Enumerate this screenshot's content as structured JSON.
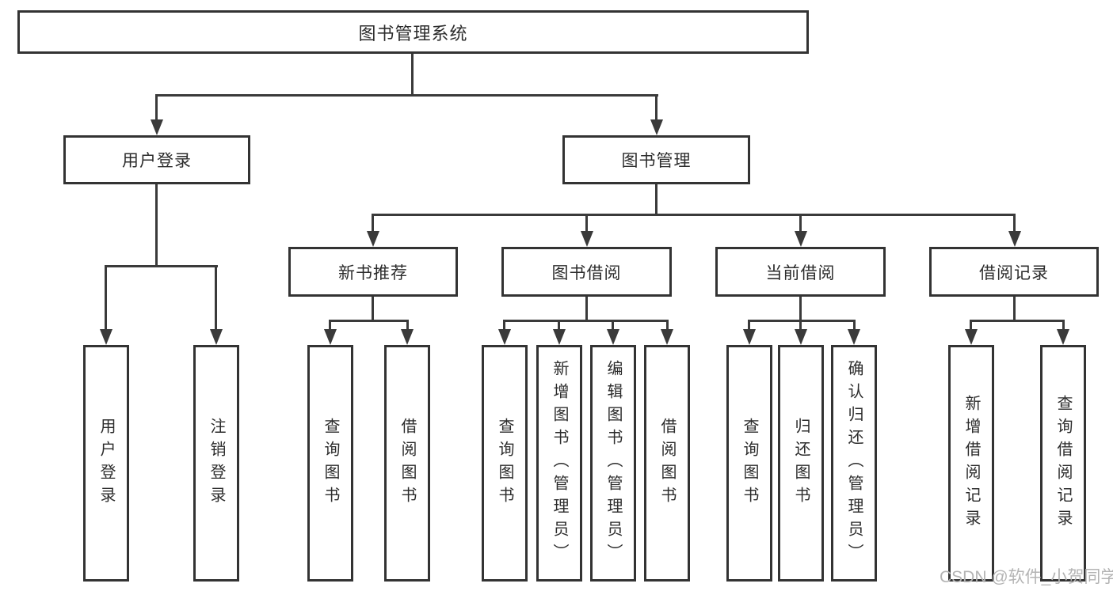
{
  "title": "图书管理系统",
  "tree": {
    "label": "图书管理系统",
    "children": [
      {
        "label": "用户登录",
        "children": [
          {
            "label": "用户登录"
          },
          {
            "label": "注销登录"
          }
        ]
      },
      {
        "label": "图书管理",
        "children": [
          {
            "label": "新书推荐",
            "children": [
              {
                "label": "查询图书"
              },
              {
                "label": "借阅图书"
              }
            ]
          },
          {
            "label": "图书借阅",
            "children": [
              {
                "label": "查询图书"
              },
              {
                "label": "新增图书（管理员）"
              },
              {
                "label": "编辑图书（管理员）"
              },
              {
                "label": "借阅图书"
              }
            ]
          },
          {
            "label": "当前借阅",
            "children": [
              {
                "label": "查询图书"
              },
              {
                "label": "归还图书"
              },
              {
                "label": "确认归还（管理员）"
              }
            ]
          },
          {
            "label": "借阅记录",
            "children": [
              {
                "label": "新增借阅记录"
              },
              {
                "label": "查询借阅记录"
              }
            ]
          }
        ]
      }
    ]
  },
  "watermark": {
    "text": "CSDN @软件_小贺同学"
  },
  "colors": {
    "line": "#3a3a3a",
    "border": "#333333",
    "text": "#2c2c2c",
    "watermark": "#b4b4b4",
    "background": "#ffffff"
  }
}
